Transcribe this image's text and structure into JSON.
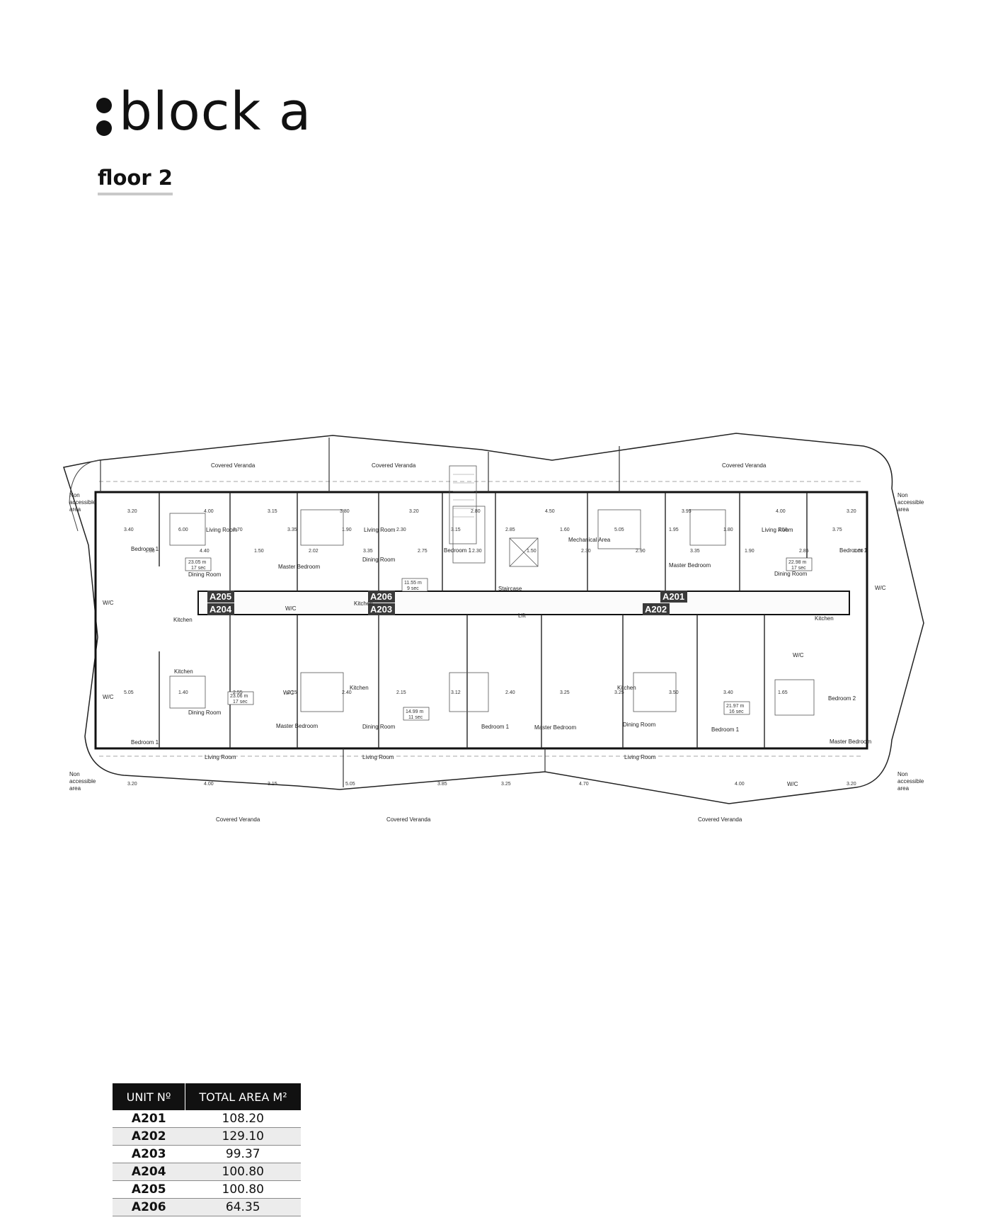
{
  "header": {
    "brand": "block a",
    "floor": "floor 2"
  },
  "plan": {
    "units": [
      {
        "id": "A205"
      },
      {
        "id": "A206"
      },
      {
        "id": "A201"
      },
      {
        "id": "A204"
      },
      {
        "id": "A203"
      },
      {
        "id": "A202"
      }
    ],
    "rooms": {
      "veranda": "Covered Veranda",
      "non_accessible": [
        "Non",
        "accessible",
        "area"
      ],
      "bedroom1": "Bedroom 1",
      "bedroom2": "Bedroom 2",
      "living": "Living Room",
      "dining": "Dining Room",
      "master": "Master Bedroom",
      "kitchen": "Kitchen",
      "wc": "W/C",
      "staircase": "Staircase",
      "lift": "Lift",
      "mechanical": "Mechanical Area"
    },
    "travel": [
      {
        "m": "23.05 m",
        "s": "17 sec"
      },
      {
        "m": "11.55 m",
        "s": "9 sec"
      },
      {
        "m": "22.98 m",
        "s": "17 sec"
      },
      {
        "m": "23.06 m",
        "s": "17 sec"
      },
      {
        "m": "14.99 m",
        "s": "11 sec"
      },
      {
        "m": "21.97 m",
        "s": "16 sec"
      }
    ],
    "dims": {
      "top": [
        "3.20",
        "4.00",
        "3.15",
        "3.80",
        "3.20",
        "2.80",
        "4.50",
        "3.95",
        "4.00",
        "3.20"
      ],
      "bottom": [
        "3.20",
        "4.00",
        "3.15",
        "5.05",
        "3.85",
        "3.25",
        "4.70",
        "4.00",
        "3.20"
      ],
      "misc": [
        "3.40",
        "6.00",
        "3.70",
        "3.35",
        "1.90",
        "2.30",
        "3.15",
        "2.85",
        "1.60",
        "5.05",
        "1.95",
        "1.80",
        "2.58",
        "3.75",
        "1.80",
        "4.40",
        "1.50",
        "2.02",
        "3.35",
        "2.75",
        "2.30",
        "1.50",
        "2.30",
        "2.90",
        "3.35",
        "1.90",
        "2.85",
        "1.60",
        "5.05",
        "1.40",
        "2.55",
        "2.15",
        "2.40",
        "2.15",
        "3.12",
        "2.40",
        "3.25",
        "3.25",
        "3.50",
        "3.40",
        "1.65"
      ]
    }
  },
  "table": {
    "headers": [
      "UNIT Nº",
      "TOTAL AREA M²"
    ],
    "rows": [
      {
        "unit": "A201",
        "area": "108.20"
      },
      {
        "unit": "A202",
        "area": "129.10"
      },
      {
        "unit": "A203",
        "area": "99.37"
      },
      {
        "unit": "A204",
        "area": "100.80"
      },
      {
        "unit": "A205",
        "area": "100.80"
      },
      {
        "unit": "A206",
        "area": "64.35"
      }
    ]
  }
}
